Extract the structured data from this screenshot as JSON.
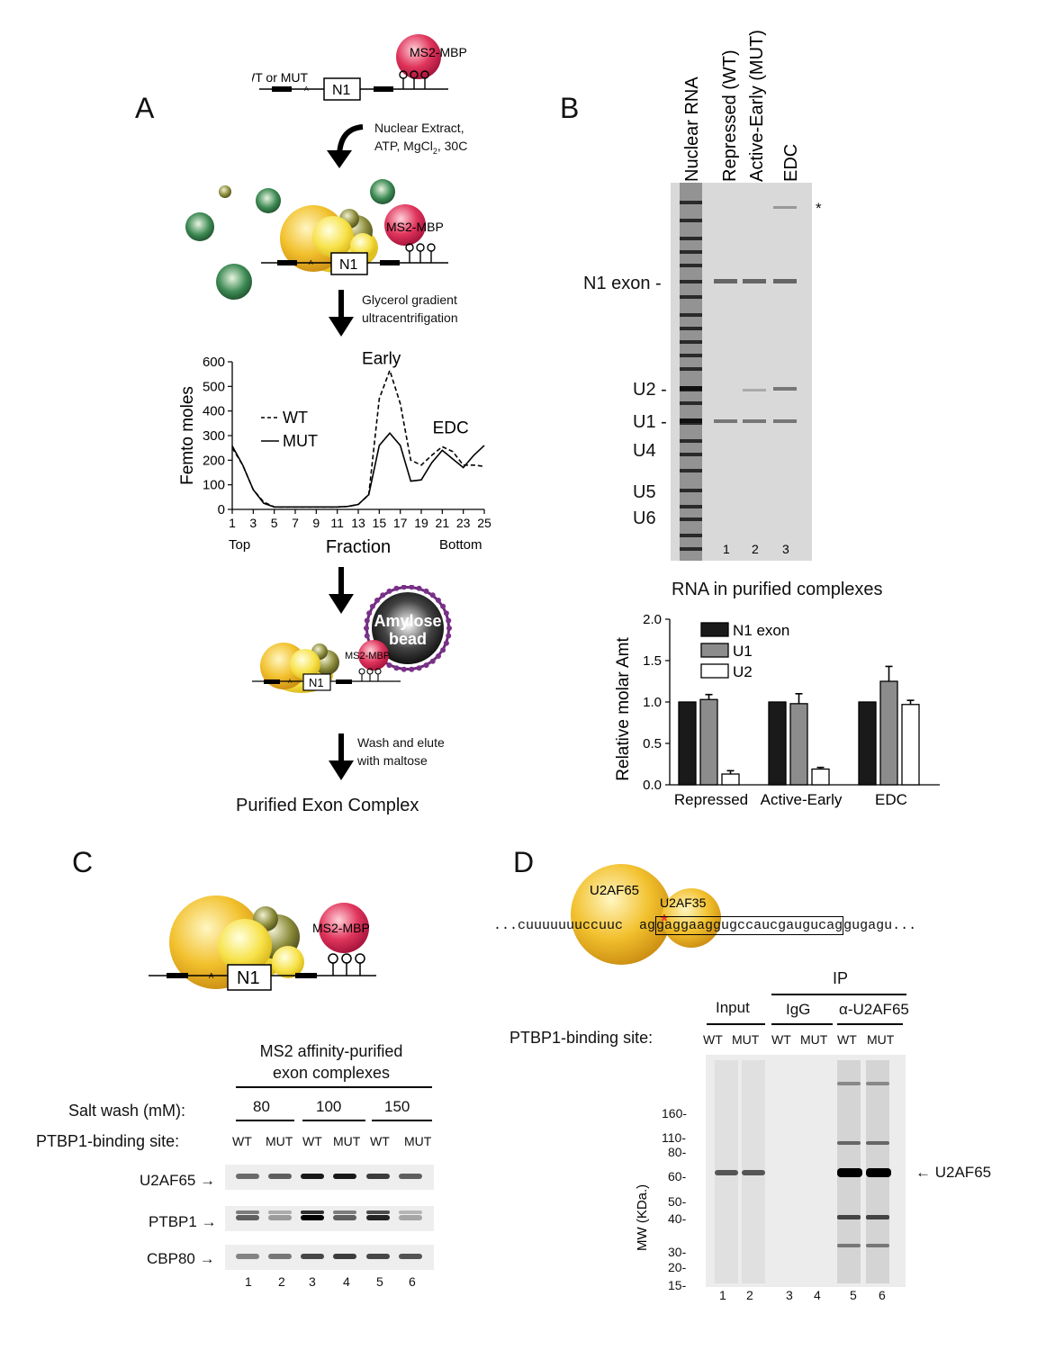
{
  "panels": {
    "a": "A",
    "b": "B",
    "c": "C",
    "d": "D"
  },
  "panel_a": {
    "construct_label": "WT or MUT",
    "ms2_mbp": "MS2-MBP",
    "exon": "N1",
    "small_a": "A",
    "step1": [
      "Nuclear Extract,",
      "ATP,  MgCl",
      "2",
      ", 30C"
    ],
    "step2": [
      "Glycerol gradient",
      "ultracentrifigation"
    ],
    "step3": [
      "Wash and elute",
      "with maltose"
    ],
    "bead": [
      "Amylose",
      "bead"
    ],
    "final": "Purified Exon Complex"
  },
  "chart_data": [
    {
      "type": "line",
      "title": "",
      "ylabel": "Femto moles",
      "xlabel": "Fraction",
      "x_ends": [
        "Top",
        "Bottom"
      ],
      "xticks": [
        "1",
        "3",
        "5",
        "7",
        "9",
        "11",
        "13",
        "15",
        "17",
        "19",
        "21",
        "23",
        "25"
      ],
      "yticks": [
        "0",
        "100",
        "200",
        "300",
        "400",
        "500",
        "600"
      ],
      "ylim": [
        0,
        600
      ],
      "xlim": [
        1,
        25
      ],
      "annotations": [
        "Early",
        "EDC"
      ],
      "legend": [
        "WT",
        "MUT"
      ],
      "series": [
        {
          "name": "WT",
          "style": "dashed",
          "x": [
            1,
            2,
            3,
            4,
            5,
            6,
            7,
            8,
            9,
            10,
            11,
            12,
            13,
            14,
            15,
            16,
            17,
            18,
            19,
            20,
            21,
            22,
            23,
            24,
            25
          ],
          "y": [
            250,
            180,
            80,
            30,
            10,
            10,
            10,
            10,
            10,
            10,
            10,
            12,
            20,
            60,
            450,
            565,
            430,
            200,
            180,
            220,
            255,
            235,
            180,
            180,
            175
          ]
        },
        {
          "name": "MUT",
          "style": "solid",
          "x": [
            1,
            2,
            3,
            4,
            5,
            6,
            7,
            8,
            9,
            10,
            11,
            12,
            13,
            14,
            15,
            16,
            17,
            18,
            19,
            20,
            21,
            22,
            23,
            24,
            25
          ],
          "y": [
            258,
            180,
            80,
            25,
            10,
            10,
            10,
            10,
            10,
            10,
            10,
            12,
            20,
            60,
            260,
            310,
            260,
            115,
            120,
            190,
            240,
            205,
            170,
            220,
            260
          ]
        }
      ]
    },
    {
      "type": "bar",
      "title": "RNA in purified complexes",
      "ylabel": "Relative molar Amt",
      "xlabel": "",
      "categories": [
        "Repressed",
        "Active-Early",
        "EDC"
      ],
      "yticks": [
        "0.0",
        "0.5",
        "1.0",
        "1.5",
        "2.0"
      ],
      "ylim": [
        0,
        2.0
      ],
      "legend_position": "top-left",
      "series": [
        {
          "name": "N1 exon",
          "color": "#1a1a1a",
          "values": [
            1.0,
            1.0,
            1.0
          ],
          "errors": [
            0,
            0,
            0
          ]
        },
        {
          "name": "U1",
          "color": "#8c8c8c",
          "values": [
            1.03,
            0.98,
            1.25
          ],
          "errors": [
            0.06,
            0.12,
            0.18
          ]
        },
        {
          "name": "U2",
          "color": "#ffffff",
          "values": [
            0.13,
            0.19,
            0.97
          ],
          "errors": [
            0.04,
            0.02,
            0.05
          ]
        }
      ]
    }
  ],
  "panel_b": {
    "lanes": [
      "Nuclear RNA",
      "Repressed (WT)",
      "Active-Early (MUT)",
      "EDC"
    ],
    "markers": [
      "N1 exon",
      "U2",
      "U1",
      "U4",
      "U5",
      "U6"
    ],
    "lane_numbers": [
      "1",
      "2",
      "3"
    ],
    "asterisk": "*"
  },
  "panel_c": {
    "ms2_mbp": "MS2-MBP",
    "exon": "N1",
    "small_a": "A",
    "title": [
      "MS2 affinity-purified",
      "exon complexes"
    ],
    "salt_label": "Salt wash (mM):",
    "salts": [
      "80",
      "100",
      "150"
    ],
    "site_label": "PTBP1-binding site:",
    "genotypes": [
      "WT",
      "MUT",
      "WT",
      "MUT",
      "WT",
      "MUT"
    ],
    "proteins": [
      "U2AF65",
      "PTBP1",
      "CBP80"
    ],
    "lane_numbers": [
      "1",
      "2",
      "3",
      "4",
      "5",
      "6"
    ]
  },
  "panel_d": {
    "u2af65": "U2AF65",
    "u2af35": "U2AF35",
    "seq_left": "...cuuuuuuuccuuc",
    "seq_mid": "ag",
    "seq_box": "gaggaaggugccaucgaugucag",
    "seq_right": "gugagu...",
    "ip": "IP",
    "input": "Input",
    "igg": "IgG",
    "anti": "α-U2AF65",
    "site_label": "PTBP1-binding site:",
    "genotypes": [
      "WT",
      "MUT",
      "WT",
      "MUT",
      "WT",
      "MUT"
    ],
    "mw_label": "MW (KDa.)",
    "mw": [
      "160-",
      "110-",
      "80-",
      "60-",
      "50-",
      "40-",
      "30-",
      "20-",
      "15-"
    ],
    "band": "U2AF65",
    "lane_numbers": [
      "1",
      "2",
      "3",
      "4",
      "5",
      "6"
    ]
  },
  "colors": {
    "yellow": "#f2c12e",
    "pink": "#e0355c",
    "green": "#3d8a54",
    "olive": "#8a8a3a",
    "bead": "#111111",
    "purple": "#6b2a7a"
  }
}
